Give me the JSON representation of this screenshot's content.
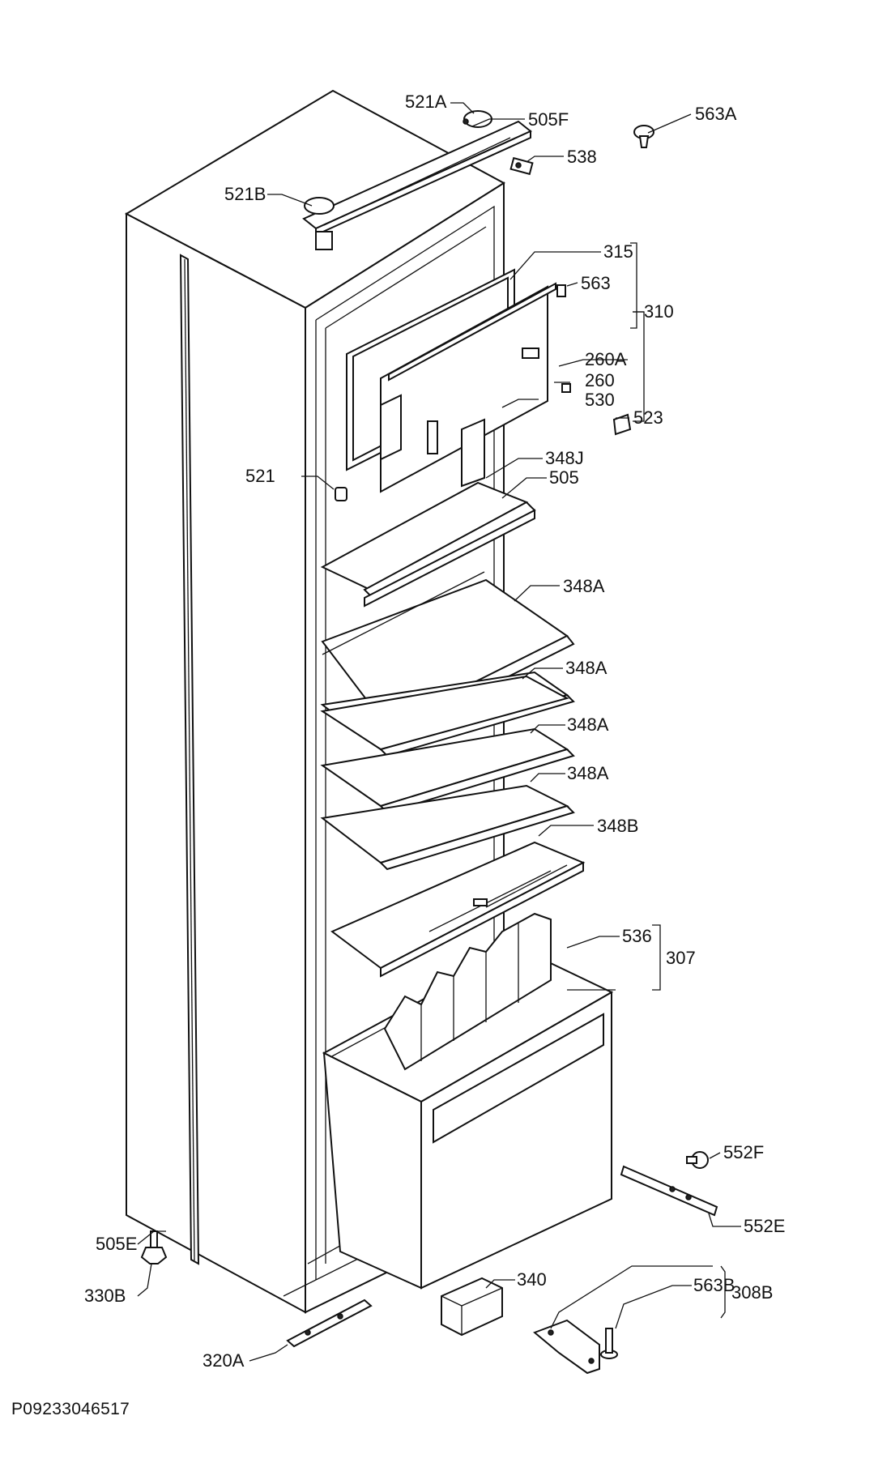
{
  "diagram": {
    "labels": {
      "l521A": "521A",
      "l505F": "505F",
      "l563A": "563A",
      "l538": "538",
      "l521B": "521B",
      "l315": "315",
      "l563": "563",
      "l310": "310",
      "l260A": "260A",
      "l260": "260",
      "l530": "530",
      "l523": "523",
      "l521": "521",
      "l348J": "348J",
      "l505": "505",
      "l348A_1": "348A",
      "l348A_2": "348A",
      "l348A_3": "348A",
      "l348A_4": "348A",
      "l348B": "348B",
      "l536": "536",
      "l307": "307",
      "l552F": "552F",
      "l552E": "552E",
      "l505E": "505E",
      "l330B": "330B",
      "l340": "340",
      "l563B": "563B",
      "l308B": "308B",
      "l320A": "320A"
    },
    "footer_code": "P09233046517"
  }
}
